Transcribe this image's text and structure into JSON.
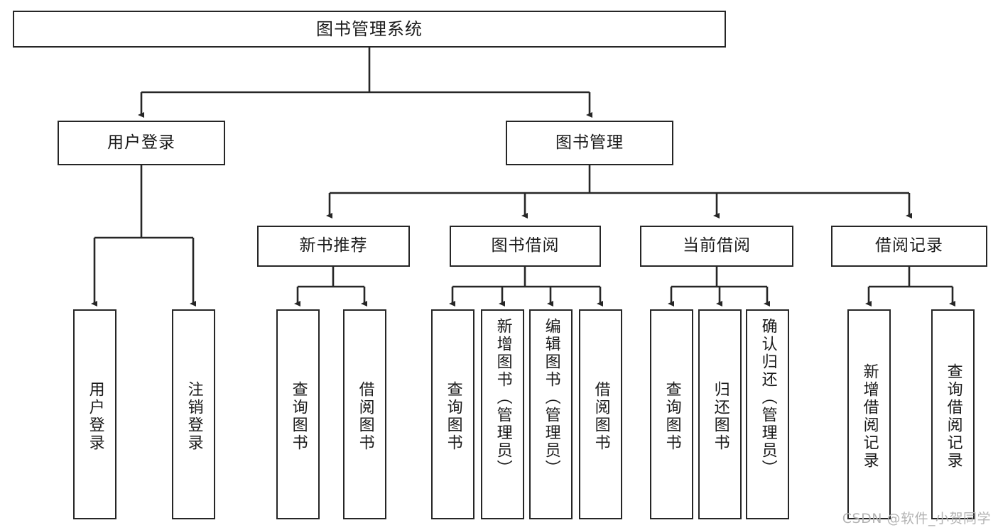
{
  "diagram": {
    "title": "图书管理系统",
    "type": "tree-hierarchy",
    "stroke_color": "#262626",
    "text_color": "#1a1a1a",
    "background_color": "#ffffff"
  },
  "watermark": {
    "text": "CSDN @软件_小贺同学",
    "color": "#b3b3b3"
  },
  "nodes": {
    "root": {
      "label": "图书管理系统"
    },
    "level2": [
      {
        "label": "用户登录"
      },
      {
        "label": "图书管理"
      }
    ],
    "level3": [
      {
        "label": "新书推荐"
      },
      {
        "label": "图书借阅"
      },
      {
        "label": "当前借阅"
      },
      {
        "label": "借阅记录"
      }
    ],
    "leaves": {
      "user_login": [
        {
          "label": "用户登录"
        },
        {
          "label": "注销登录"
        }
      ],
      "new_book_recommend": [
        {
          "label": "查询图书"
        },
        {
          "label": "借阅图书"
        }
      ],
      "book_borrow": [
        {
          "label": "查询图书"
        },
        {
          "label": "新增图书（管理员）"
        },
        {
          "label": "编辑图书（管理员）"
        },
        {
          "label": "借阅图书"
        }
      ],
      "current_borrow": [
        {
          "label": "查询图书"
        },
        {
          "label": "归还图书"
        },
        {
          "label": "确认归还（管理员）"
        }
      ],
      "borrow_record": [
        {
          "label": "新增借阅记录"
        },
        {
          "label": "查询借阅记录"
        }
      ]
    }
  }
}
